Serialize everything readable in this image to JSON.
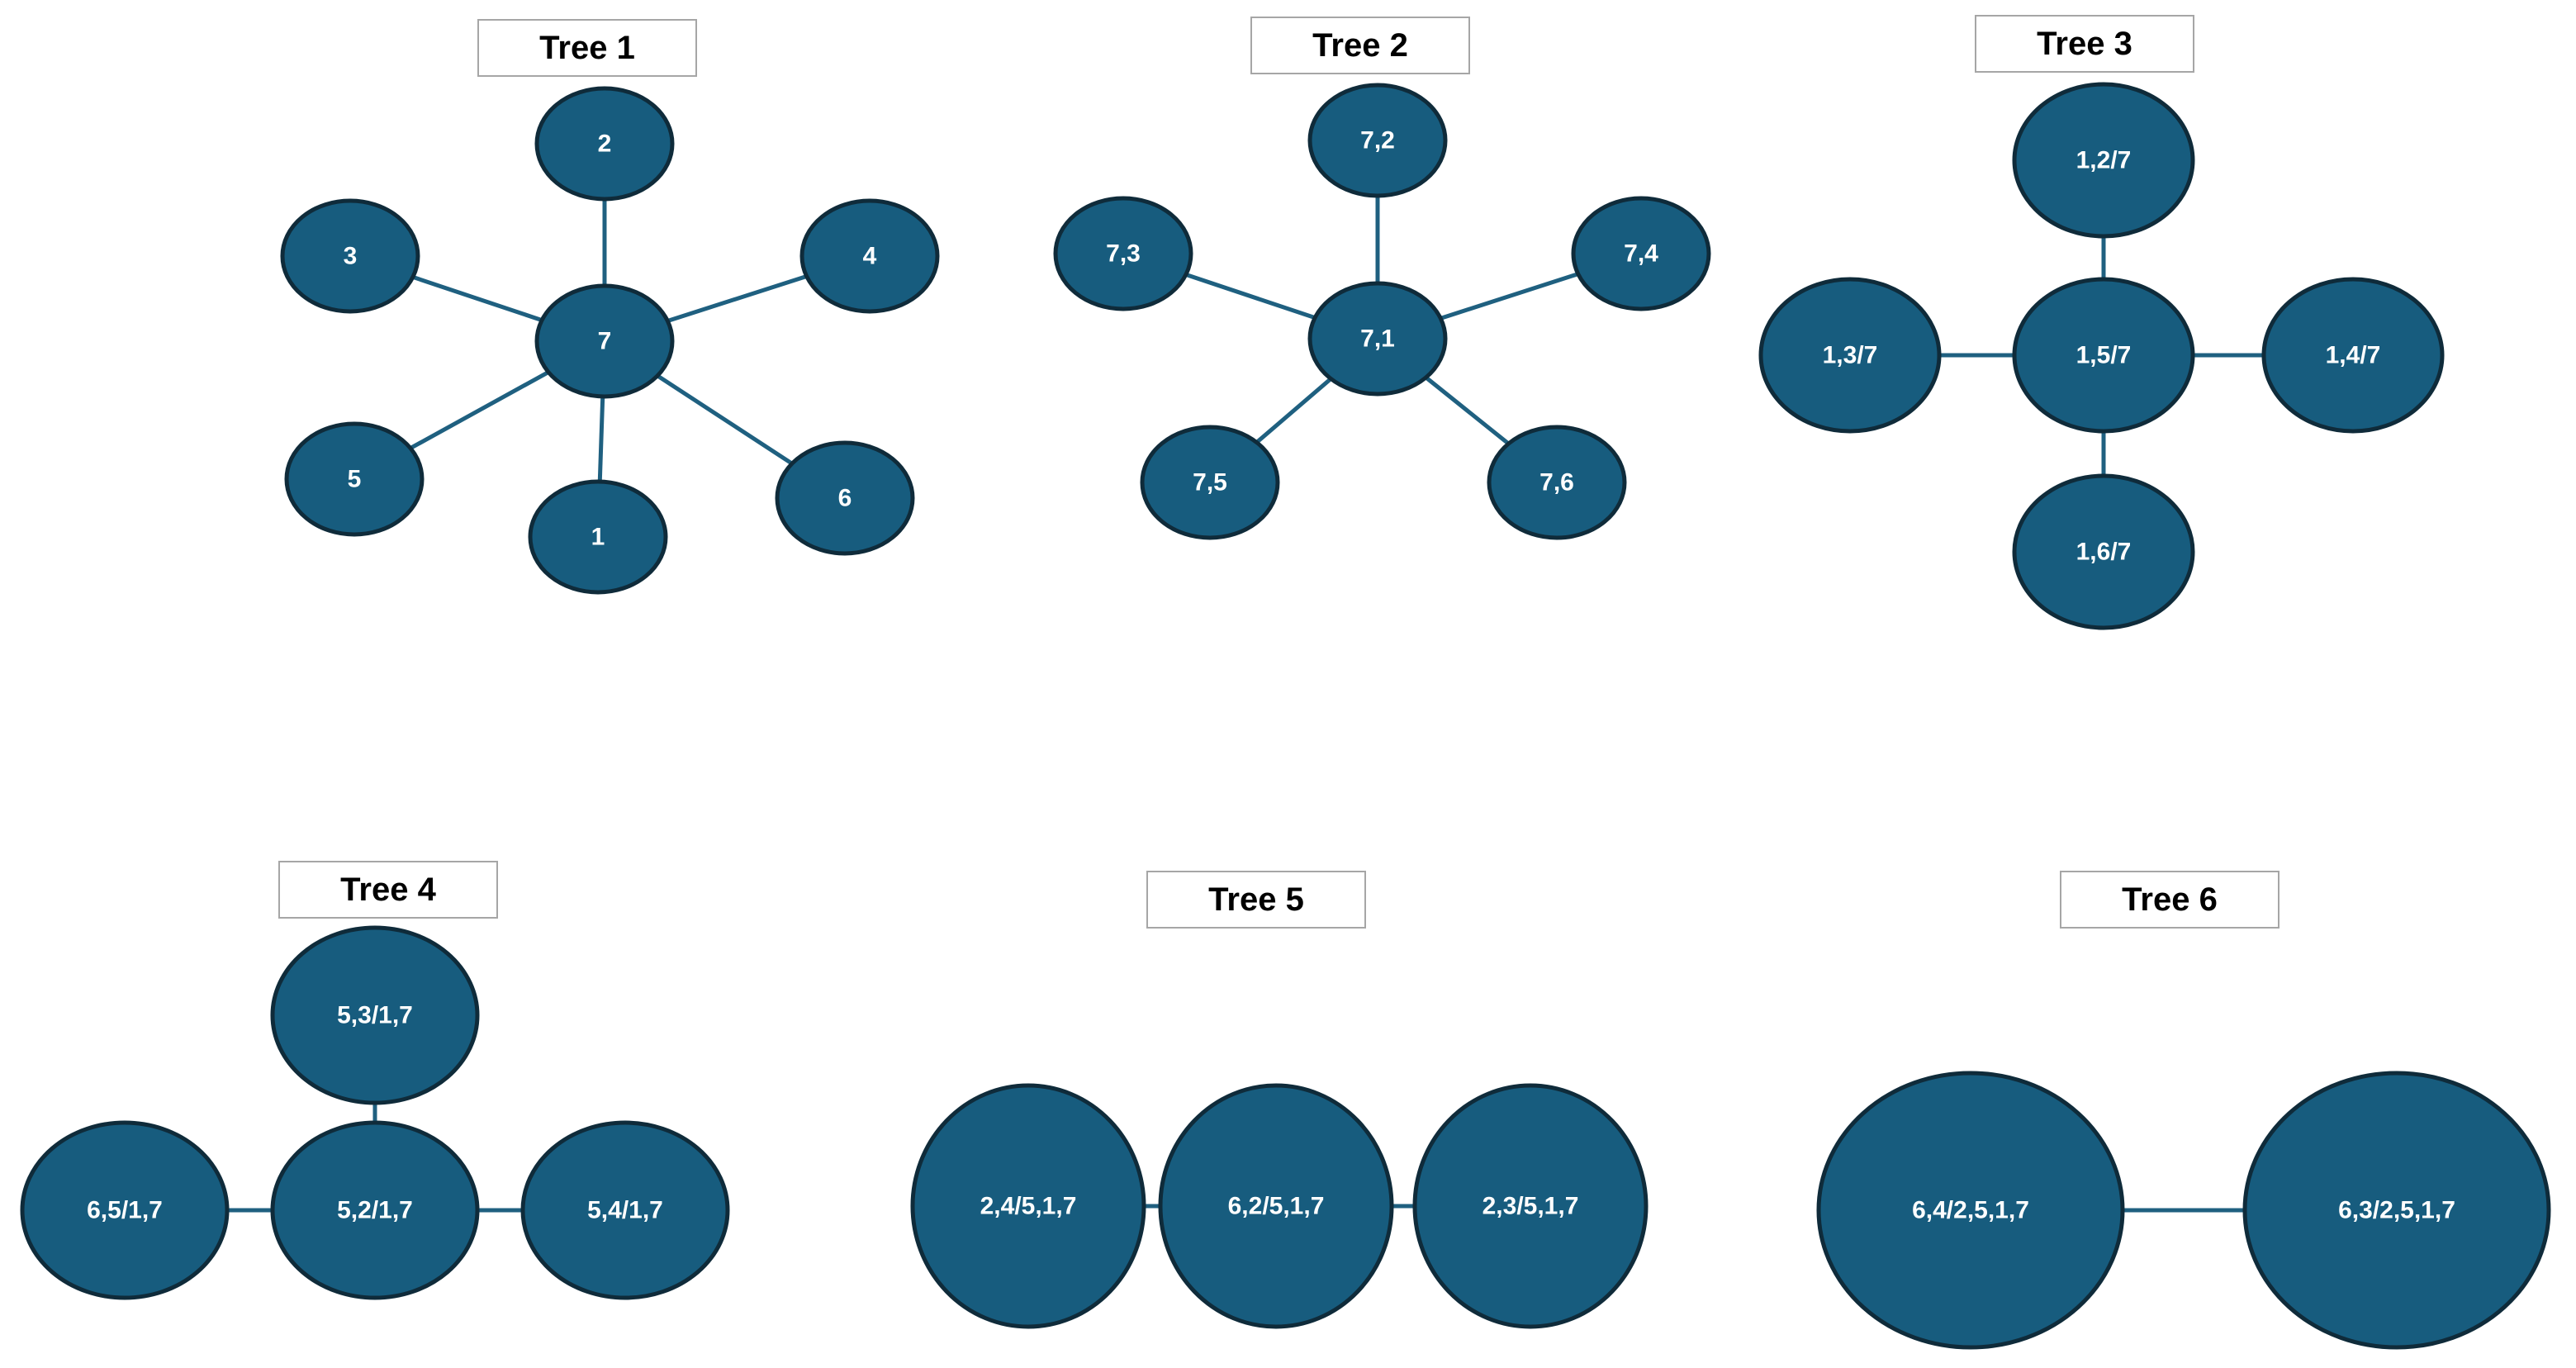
{
  "colors": {
    "node_fill": "#175c7e",
    "node_stroke": "#0f2b3a",
    "edge": "#1f6080",
    "label": "#ffffff",
    "title_border": "#a6a6a6"
  },
  "trees": [
    {
      "title": "Tree 1",
      "nodes": [
        {
          "id": "t1n2",
          "label": "2"
        },
        {
          "id": "t1n3",
          "label": "3"
        },
        {
          "id": "t1n4",
          "label": "4"
        },
        {
          "id": "t1n7",
          "label": "7"
        },
        {
          "id": "t1n5",
          "label": "5"
        },
        {
          "id": "t1n1",
          "label": "1"
        },
        {
          "id": "t1n6",
          "label": "6"
        }
      ],
      "edges": [
        [
          "t1n7",
          "t1n2"
        ],
        [
          "t1n7",
          "t1n3"
        ],
        [
          "t1n7",
          "t1n4"
        ],
        [
          "t1n7",
          "t1n5"
        ],
        [
          "t1n7",
          "t1n1"
        ],
        [
          "t1n7",
          "t1n6"
        ]
      ]
    },
    {
      "title": "Tree 2",
      "nodes": [
        {
          "id": "t2n72",
          "label": "7,2"
        },
        {
          "id": "t2n73",
          "label": "7,3"
        },
        {
          "id": "t2n74",
          "label": "7,4"
        },
        {
          "id": "t2n71",
          "label": "7,1"
        },
        {
          "id": "t2n75",
          "label": "7,5"
        },
        {
          "id": "t2n76",
          "label": "7,6"
        }
      ],
      "edges": [
        [
          "t2n71",
          "t2n72"
        ],
        [
          "t2n71",
          "t2n73"
        ],
        [
          "t2n71",
          "t2n74"
        ],
        [
          "t2n71",
          "t2n75"
        ],
        [
          "t2n71",
          "t2n76"
        ]
      ]
    },
    {
      "title": "Tree 3",
      "nodes": [
        {
          "id": "t3n27",
          "label": "1,2/7"
        },
        {
          "id": "t3n37",
          "label": "1,3/7"
        },
        {
          "id": "t3n57",
          "label": "1,5/7"
        },
        {
          "id": "t3n47",
          "label": "1,4/7"
        },
        {
          "id": "t3n67",
          "label": "1,6/7"
        }
      ],
      "edges": [
        [
          "t3n57",
          "t3n27"
        ],
        [
          "t3n57",
          "t3n37"
        ],
        [
          "t3n57",
          "t3n47"
        ],
        [
          "t3n57",
          "t3n67"
        ]
      ]
    },
    {
      "title": "Tree 4",
      "nodes": [
        {
          "id": "t4n53",
          "label": "5,3/1,7"
        },
        {
          "id": "t4n65",
          "label": "6,5/1,7"
        },
        {
          "id": "t4n52",
          "label": "5,2/1,7"
        },
        {
          "id": "t4n54",
          "label": "5,4/1,7"
        }
      ],
      "edges": [
        [
          "t4n52",
          "t4n53"
        ],
        [
          "t4n52",
          "t4n65"
        ],
        [
          "t4n52",
          "t4n54"
        ]
      ]
    },
    {
      "title": "Tree 5",
      "nodes": [
        {
          "id": "t5n24",
          "label": "2,4/5,1,7"
        },
        {
          "id": "t5n62",
          "label": "6,2/5,1,7"
        },
        {
          "id": "t5n23",
          "label": "2,3/5,1,7"
        }
      ],
      "edges": [
        [
          "t5n62",
          "t5n24"
        ],
        [
          "t5n62",
          "t5n23"
        ]
      ]
    },
    {
      "title": "Tree 6",
      "nodes": [
        {
          "id": "t6n64",
          "label": "6,4/2,5,1,7"
        },
        {
          "id": "t6n63",
          "label": "6,3/2,5,1,7"
        }
      ],
      "edges": [
        [
          "t6n64",
          "t6n63"
        ]
      ]
    }
  ]
}
